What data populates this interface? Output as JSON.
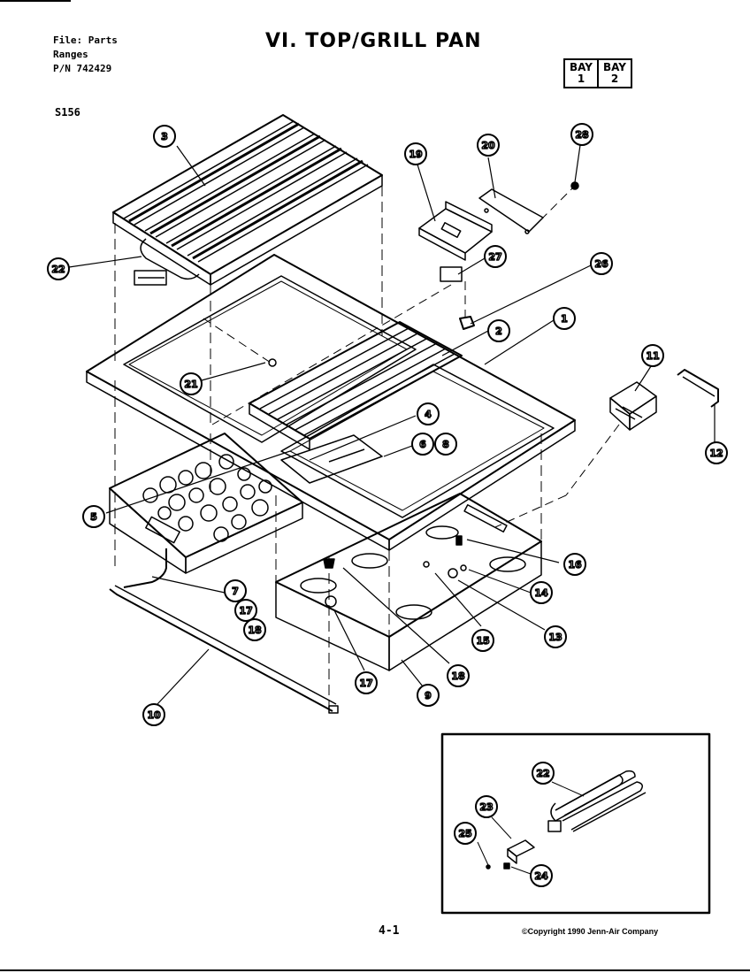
{
  "header": {
    "file_line": "File: Parts",
    "category_line": "Ranges",
    "part_number_line": "P/N 742429",
    "title": "VI. TOP/GRILL PAN",
    "series": "S156",
    "bay": [
      {
        "word": "BAY",
        "num": "1"
      },
      {
        "word": "BAY",
        "num": "2"
      }
    ]
  },
  "callouts": {
    "c1": "1",
    "c2": "2",
    "c3": "3",
    "c4": "4",
    "c5": "5",
    "c6": "6",
    "c7": "7",
    "c8": "8",
    "c9": "9",
    "c10": "10",
    "c11": "11",
    "c12": "12",
    "c13": "13",
    "c14": "14",
    "c15": "15",
    "c16": "16",
    "c17a": "17",
    "c17b": "17",
    "c18a": "18",
    "c18b": "18",
    "c19": "19",
    "c20": "20",
    "c21": "21",
    "c22a": "22",
    "c22b": "22",
    "c23": "23",
    "c24": "24",
    "c25": "25",
    "c26": "26",
    "c27": "27",
    "c28": "28"
  },
  "footer": {
    "page": "4-1",
    "copyright": "©Copyright 1990 Jenn-Air Company"
  }
}
